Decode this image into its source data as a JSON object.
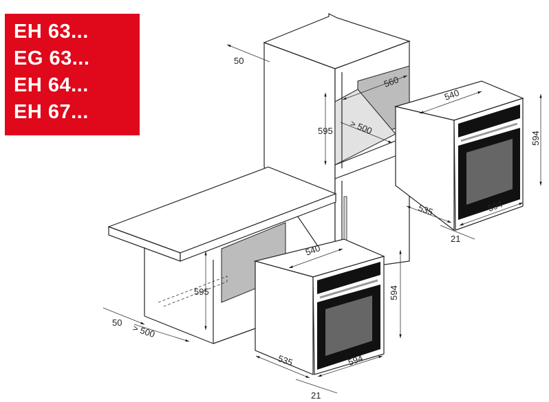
{
  "models": [
    "EH 63...",
    "EG 63...",
    "EH 64...",
    "EH 67..."
  ],
  "dimensions": {
    "tall_top_gap": "50",
    "niche_width": "560",
    "niche_height": "595",
    "niche_depth": "> 500",
    "upper_oven_depth_top": "540",
    "upper_oven_height": "594",
    "upper_oven_depth": "535",
    "upper_oven_width": "594",
    "upper_oven_front": "21",
    "lower_oven_depth_top": "540",
    "lower_oven_height": "594",
    "undercounter_height": "595",
    "undercounter_gap": "50",
    "undercounter_depth": "> 500",
    "lower_oven_depth": "535",
    "lower_oven_width": "594",
    "lower_oven_front": "21"
  },
  "colors": {
    "brand_red": "#e0081b",
    "niche_gray": "#bcbcbc"
  }
}
